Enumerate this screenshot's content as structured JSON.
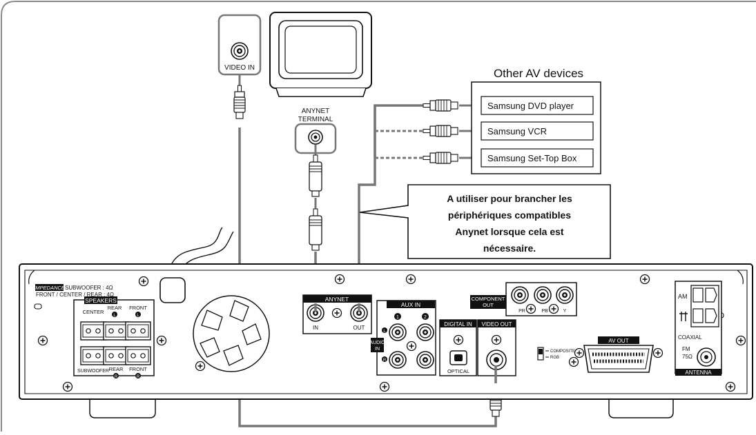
{
  "tv": {
    "video_in": "VIDEO IN"
  },
  "anynet_terminal": {
    "line1": "ANYNET",
    "line2": "TERMINAL"
  },
  "other_devices": {
    "title": "Other AV devices",
    "items": [
      "Samsung DVD player",
      "Samsung VCR",
      "Samsung Set-Top Box"
    ]
  },
  "callout": {
    "lines": [
      "A utiliser pour brancher les",
      "périphériques compatibles",
      "Anynet lorsque cela est",
      "nécessaire."
    ]
  },
  "receiver": {
    "impedance": {
      "tag": "IMPEDANCE",
      "line1": "SUBWOOFER : 4Ω",
      "line2": "FRONT / CENTER / REAR : 4Ω"
    },
    "speakers": {
      "title": "SPEAKERS",
      "center": "CENTER",
      "rear": "REAR",
      "front": "FRONT",
      "subwoofer": "SUBWOOFER",
      "left_mark": "L",
      "right_mark": "R"
    },
    "anynet": {
      "title": "ANYNET",
      "in": "IN",
      "out": "OUT"
    },
    "aux_in": {
      "title": "AUX IN",
      "one": "1",
      "two": "2",
      "audio": "AUDIO",
      "in": "IN",
      "left_mark": "L",
      "right_mark": "R"
    },
    "component_out": {
      "line1": "COMPONENT",
      "line2": "OUT",
      "pr": "PR",
      "pb": "PB",
      "y": "Y"
    },
    "digital_in": {
      "title": "DIGITAL IN",
      "optical": "OPTICAL"
    },
    "video_out": {
      "title": "VIDEO OUT"
    },
    "switch": {
      "composite": "COMPOSITE",
      "rgb": "RGB"
    },
    "av_out": {
      "title": "AV OUT"
    },
    "antenna": {
      "am": "AM",
      "coaxial": "COAXIAL",
      "fm": "FM",
      "ohm": "75Ω",
      "title": "ANTENNA"
    }
  }
}
